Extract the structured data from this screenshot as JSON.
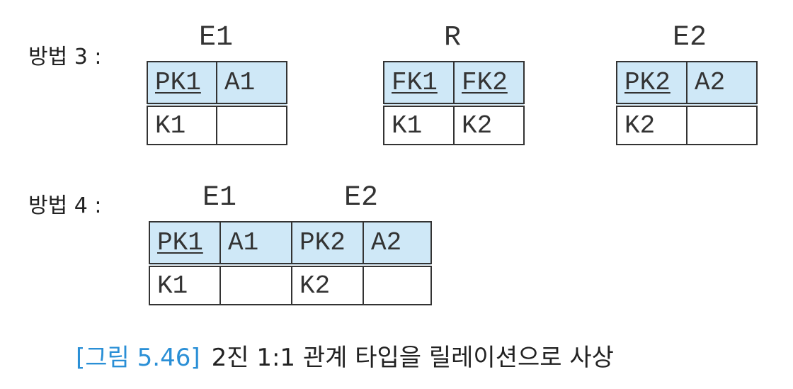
{
  "method3": {
    "label": "방법 3 :",
    "relations": [
      {
        "name": "E1",
        "headers": [
          "PK1",
          "A1"
        ],
        "row": [
          "K1",
          ""
        ]
      },
      {
        "name": "R",
        "headers": [
          "FK1",
          "FK2"
        ],
        "row": [
          "K1",
          "K2"
        ]
      },
      {
        "name": "E2",
        "headers": [
          "PK2",
          "A2"
        ],
        "row": [
          "K2",
          ""
        ]
      }
    ]
  },
  "method4": {
    "label": "방법 4 :",
    "names": [
      "E1",
      "E2"
    ],
    "headers": [
      "PK1",
      "A1",
      "PK2",
      "A2"
    ],
    "row": [
      "K1",
      "",
      "K2",
      ""
    ]
  },
  "caption": {
    "number": "[그림 5.46]",
    "text": "2진 1:1 관계 타입을 릴레이션으로 사상"
  },
  "colors": {
    "header_fill": "#cfe8f7",
    "caption_number": "#2a8fd6"
  }
}
